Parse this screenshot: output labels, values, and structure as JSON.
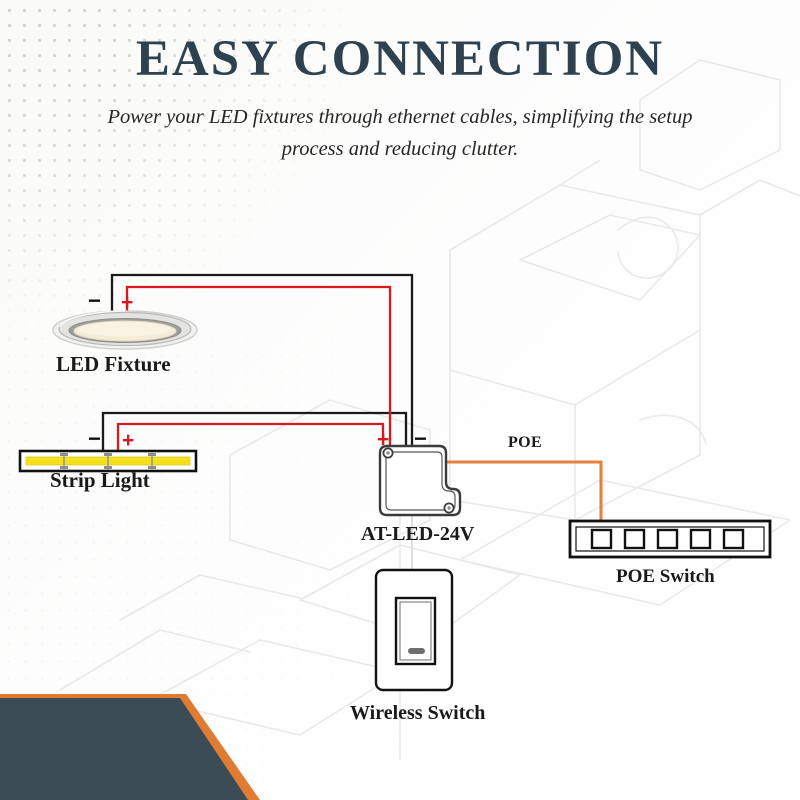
{
  "header": {
    "title": "EASY CONNECTION",
    "subtitle": "Power your LED fixtures through ethernet cables, simplifying the setup process and reducing clutter."
  },
  "diagram": {
    "nodes": [
      {
        "id": "led-fixture",
        "label": "LED Fixture",
        "type": "round-panel-light"
      },
      {
        "id": "strip-light",
        "label": "Strip Light",
        "type": "led-strip"
      },
      {
        "id": "driver",
        "label": "AT-LED-24V",
        "type": "poe-led-driver"
      },
      {
        "id": "poe-switch",
        "label": "POE Switch",
        "type": "network-switch",
        "ports": 5
      },
      {
        "id": "wireless-switch",
        "label": "Wireless Switch",
        "type": "wall-switch"
      }
    ],
    "wire_labels": {
      "poe": "POE"
    },
    "terminals": {
      "led_fixture_negative": "−",
      "led_fixture_positive": "+",
      "strip_light_negative": "−",
      "strip_light_positive": "+",
      "driver_positive": "+",
      "driver_negative": "−"
    },
    "legend": [
      {
        "name": "positive-wire",
        "color": "#d71920",
        "meaning": "+"
      },
      {
        "name": "negative-wire",
        "color": "#1a1a1a",
        "meaning": "−"
      },
      {
        "name": "poe-ethernet-cable",
        "color": "#e8803a",
        "meaning": "POE"
      }
    ]
  },
  "colors": {
    "title": "#2d4150",
    "text": "#1a1a1a",
    "background": "#fdfdfc",
    "positive_wire": "#d71920",
    "negative_wire": "#1a1a1a",
    "poe_wire": "#e8803a",
    "wedge_fill": "#3b4c57",
    "wedge_accent": "#e07b33",
    "fixture_glow": "#f3ecd8",
    "strip_led": "#f5e01f"
  }
}
